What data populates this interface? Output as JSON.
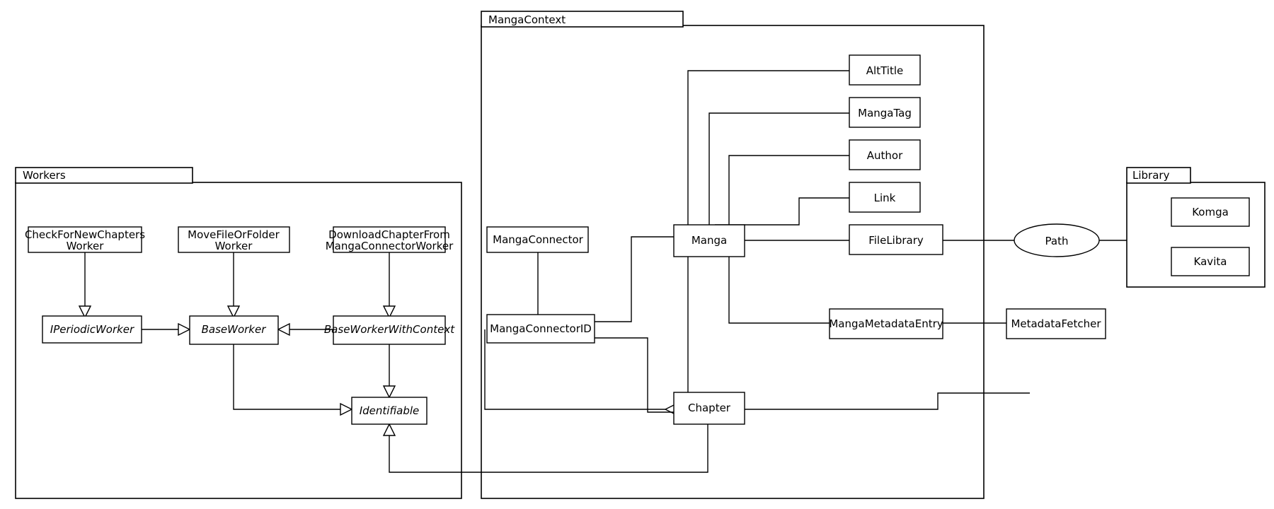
{
  "diagram": {
    "title": "Manga management class diagram",
    "background_color": "#ffffff",
    "line_color": "#000000"
  },
  "packages": [
    {
      "id": "workers",
      "label": "Workers"
    },
    {
      "id": "mangacontext",
      "label": "MangaContext"
    },
    {
      "id": "library",
      "label": "Library"
    }
  ],
  "classes": {
    "check_for_new_chapters_worker": {
      "line1": "CheckForNewChapters",
      "line2": "Worker",
      "abstract": false
    },
    "move_file_or_folder_worker": {
      "line1": "MoveFileOrFolder",
      "line2": "Worker",
      "abstract": false
    },
    "download_chapter_worker": {
      "line1": "DownloadChapterFrom",
      "line2": "MangaConnectorWorker",
      "abstract": false
    },
    "iperiodic_worker": {
      "line1": "IPeriodicWorker",
      "line2": "",
      "abstract": true
    },
    "base_worker": {
      "line1": "BaseWorker",
      "line2": "",
      "abstract": true
    },
    "base_worker_with_context": {
      "line1": "BaseWorkerWithContext",
      "line2": "",
      "abstract": true
    },
    "identifiable": {
      "line1": "Identifiable",
      "line2": "",
      "abstract": true
    },
    "manga_connector": {
      "line1": "MangaConnector",
      "line2": "",
      "abstract": false
    },
    "manga_connector_id": {
      "line1": "MangaConnectorID",
      "line2": "",
      "abstract": false
    },
    "manga": {
      "line1": "Manga",
      "line2": "",
      "abstract": false
    },
    "chapter": {
      "line1": "Chapter",
      "line2": "",
      "abstract": false
    },
    "alt_title": {
      "line1": "AltTitle",
      "line2": "",
      "abstract": false
    },
    "manga_tag": {
      "line1": "MangaTag",
      "line2": "",
      "abstract": false
    },
    "author": {
      "line1": "Author",
      "line2": "",
      "abstract": false
    },
    "link": {
      "line1": "Link",
      "line2": "",
      "abstract": false
    },
    "file_library": {
      "line1": "FileLibrary",
      "line2": "",
      "abstract": false
    },
    "manga_metadata_entry": {
      "line1": "MangaMetadataEntry",
      "line2": "",
      "abstract": false
    },
    "metadata_fetcher": {
      "line1": "MetadataFetcher",
      "line2": "",
      "abstract": false
    },
    "path": {
      "line1": "Path",
      "line2": "",
      "abstract": false
    },
    "komga": {
      "line1": "Komga",
      "line2": "",
      "abstract": false
    },
    "kavita": {
      "line1": "Kavita",
      "line2": "",
      "abstract": false
    }
  },
  "relationships": [
    {
      "from": "check_for_new_chapters_worker",
      "to": "iperiodic_worker",
      "kind": "generalization"
    },
    {
      "from": "move_file_or_folder_worker",
      "to": "base_worker",
      "kind": "generalization"
    },
    {
      "from": "download_chapter_worker",
      "to": "base_worker_with_context",
      "kind": "generalization"
    },
    {
      "from": "iperiodic_worker",
      "to": "base_worker",
      "kind": "realization"
    },
    {
      "from": "base_worker_with_context",
      "to": "base_worker",
      "kind": "generalization"
    },
    {
      "from": "base_worker",
      "to": "identifiable",
      "kind": "realization"
    },
    {
      "from": "base_worker_with_context",
      "to": "identifiable",
      "kind": "generalization"
    },
    {
      "from": "chapter",
      "to": "identifiable",
      "kind": "generalization"
    },
    {
      "from": "manga_connector_id",
      "to": "identifiable",
      "kind": "generalization"
    },
    {
      "from": "manga_connector",
      "to": "manga_connector_id",
      "kind": "association"
    },
    {
      "from": "manga_connector_id",
      "to": "manga",
      "kind": "association"
    },
    {
      "from": "manga_connector_id",
      "to": "chapter",
      "kind": "association"
    },
    {
      "from": "manga",
      "to": "alt_title",
      "kind": "association"
    },
    {
      "from": "manga",
      "to": "manga_tag",
      "kind": "association"
    },
    {
      "from": "manga",
      "to": "author",
      "kind": "association"
    },
    {
      "from": "manga",
      "to": "link",
      "kind": "association"
    },
    {
      "from": "manga",
      "to": "file_library",
      "kind": "association"
    },
    {
      "from": "manga",
      "to": "manga_metadata_entry",
      "kind": "association"
    },
    {
      "from": "manga",
      "to": "chapter",
      "kind": "association"
    },
    {
      "from": "manga_metadata_entry",
      "to": "metadata_fetcher",
      "kind": "association"
    },
    {
      "from": "file_library",
      "to": "path",
      "kind": "association"
    },
    {
      "from": "path",
      "to": "library",
      "kind": "association"
    }
  ]
}
